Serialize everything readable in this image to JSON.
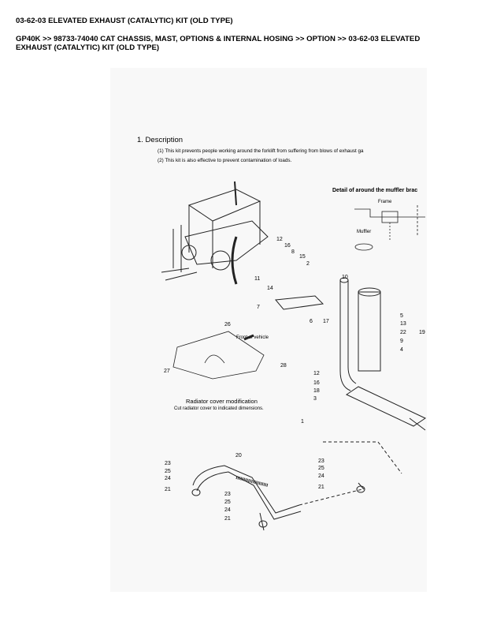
{
  "header": {
    "title": "03-62-03 ELEVATED EXHAUST (CATALYTIC) KIT (OLD TYPE)",
    "breadcrumb": "GP40K >> 98733-74040 CAT CHASSIS, MAST, OPTIONS & INTERNAL HOSING >> OPTION >> 03-62-03 ELEVATED EXHAUST (CATALYTIC) KIT (OLD TYPE)"
  },
  "figure": {
    "section_title": "1.  Description",
    "desc1": "(1)   This kit prevents people working around the forklift from suffering from blows of exhaust ga",
    "desc2": "(2)   This kit is also effective to prevent contamination of loads.",
    "detail_title": "Detail of around the muffler brac",
    "frame_label": "Frame",
    "muffler_label": "Muffler",
    "front_label": "Front of vehicle",
    "radiator_title": "Radiator cover modification",
    "radiator_sub": "Cut radiator cover to indicated dimensions.",
    "callouts": [
      "12",
      "16",
      "8",
      "15",
      "2",
      "11",
      "14",
      "7",
      "6",
      "17",
      "10",
      "5",
      "13",
      "19",
      "22",
      "9",
      "4",
      "26",
      "28",
      "27",
      "12",
      "16",
      "18",
      "3",
      "1",
      "20",
      "23",
      "25",
      "24",
      "21",
      "23",
      "25",
      "24",
      "21",
      "23",
      "25",
      "24",
      "21"
    ]
  }
}
